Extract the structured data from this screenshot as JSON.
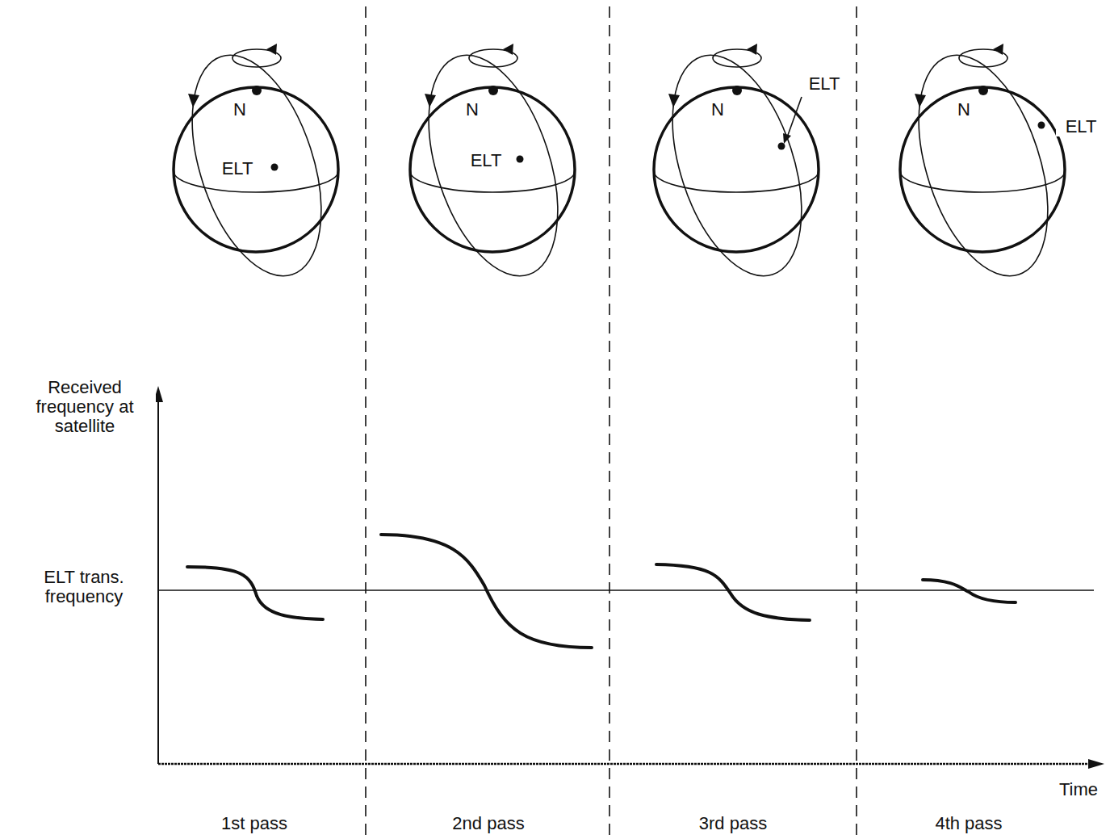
{
  "diagram": {
    "labels": [
      "N",
      "ELT",
      "N",
      "ELT",
      "N",
      "ELT",
      "N",
      "ELT",
      "Received frequency at satellite",
      "ELT trans. frequency",
      "Time",
      "1st pass",
      "2nd pass",
      "3rd pass",
      "4th pass"
    ]
  }
}
